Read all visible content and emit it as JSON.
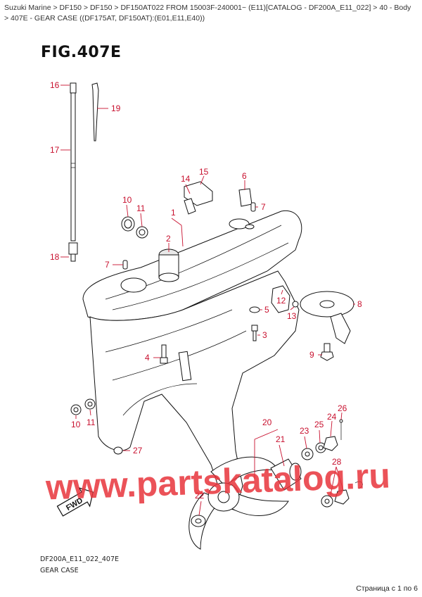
{
  "breadcrumb": "Suzuki Marine > DF150 > DF150 > DF150AT022 FROM 15003F-240001~ (E11)[CATALOG - DF200A_E11_022] > 40 - Body > 407E - GEAR CASE ((DF175AT, DF150AT):(E01,E11,E40))",
  "figure_title": "FIG.407E",
  "callouts": {
    "c16": "16",
    "c19": "19",
    "c17": "17",
    "c18": "18",
    "c14": "14",
    "c15": "15",
    "c6": "6",
    "c10a": "10",
    "c11a": "11",
    "c1": "1",
    "c7a": "7",
    "c2": "2",
    "c7b": "7",
    "c12": "12",
    "c13": "13",
    "c5": "5",
    "c8": "8",
    "c3": "3",
    "c4": "4",
    "c9": "9",
    "c10b": "10",
    "c11b": "11",
    "c20": "20",
    "c21": "21",
    "c23": "23",
    "c25": "25",
    "c24": "24",
    "c26": "26",
    "c27": "27",
    "c28": "28",
    "c22": "22"
  },
  "fwd_label": "FWD",
  "drawing_code": "DF200A_E11_022_407E",
  "caption": "GEAR CASE",
  "watermark": "www.partskatalog.ru",
  "pagination": "Страница с 1 по 6"
}
